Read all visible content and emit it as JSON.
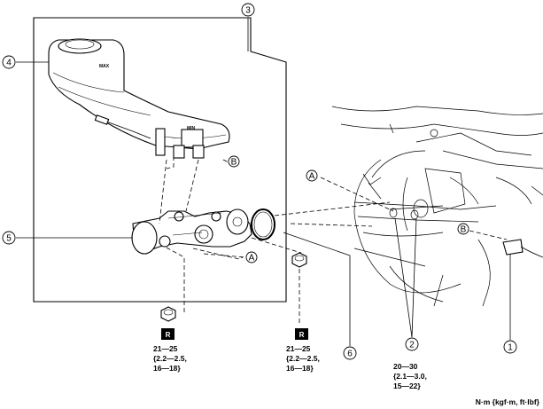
{
  "callouts": {
    "c1": "1",
    "c2": "2",
    "c3": "3",
    "c4": "4",
    "c5": "5",
    "c6": "6"
  },
  "refs": {
    "a_lower": "A",
    "a_right": "A",
    "b_upper": "B",
    "b_right": "B"
  },
  "reservoir": {
    "max_label": "MAX",
    "min_label": "MIN"
  },
  "torque_specs": [
    {
      "badge": "R",
      "line1": "21—25",
      "line2": "{2.2—2.5,",
      "line3": "16—18}"
    },
    {
      "badge": "R",
      "line1": "21—25",
      "line2": "{2.2—2.5,",
      "line3": "16—18}"
    },
    {
      "line1": "20—30",
      "line2": "{2.1—3.0,",
      "line3": "15—22}"
    }
  ],
  "units": "N·m {kgf·m, ft·lbf}"
}
